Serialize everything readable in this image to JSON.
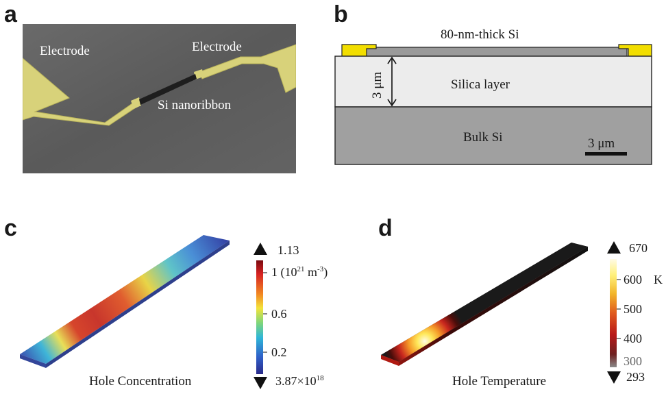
{
  "panels": {
    "a": {
      "letter": "a",
      "labels": [
        "Electrode",
        "Electrode",
        "Si nanoribbon"
      ],
      "colors": {
        "background": "#5c5c5c",
        "electrode": "#d8d27a"
      }
    },
    "b": {
      "letter": "b",
      "top_label": "80-nm-thick Si",
      "thickness_label": "3 μm",
      "silica_label": "Silica layer",
      "bulk_label": "Bulk Si",
      "scale_label": "3 μm",
      "colors": {
        "electrode": "#f2de00",
        "thin_si": "#9a9a9a",
        "silica": "#ececec",
        "bulk": "#a0a0a0"
      }
    },
    "c": {
      "letter": "c",
      "caption": "Hole Concentration",
      "colorbar": {
        "max_label": "1.13",
        "min_label": "3.87×10",
        "min_exp": "18",
        "unit_value": "1",
        "unit_base": "(10",
        "unit_exp": "21",
        "unit_rest": " m",
        "unit_rest_exp": "-3",
        "unit_close": ")",
        "ticks": [
          "0.6",
          "0.2"
        ]
      }
    },
    "d": {
      "letter": "d",
      "caption": "Hole Temperature",
      "colorbar": {
        "max_label": "670",
        "min_label": "293",
        "unit": "K",
        "ticks": [
          "600",
          "500",
          "400",
          "300"
        ]
      }
    }
  }
}
